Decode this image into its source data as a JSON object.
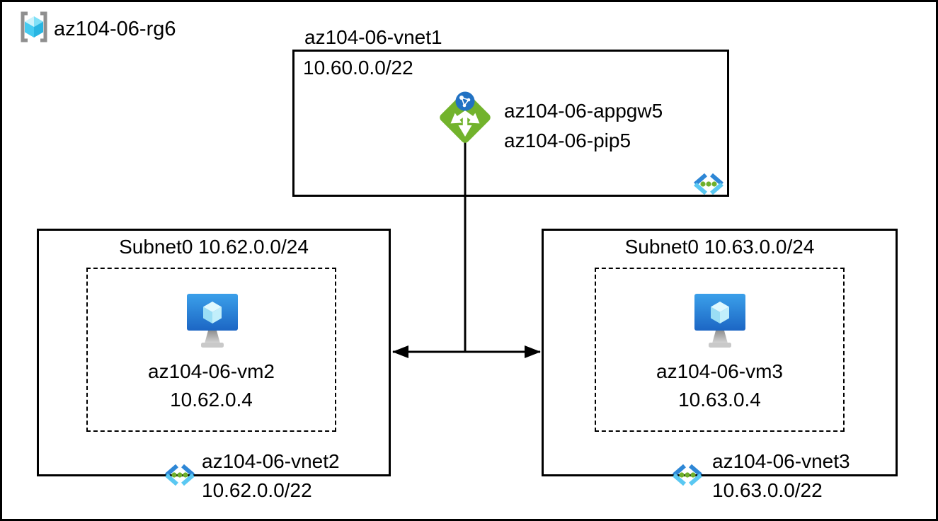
{
  "resource_group": {
    "label": "az104-06-rg6"
  },
  "vnet1": {
    "title": "az104-06-vnet1",
    "cidr": "10.60.0.0/22",
    "app_gateway": "az104-06-appgw5",
    "public_ip": "az104-06-pip5"
  },
  "subnet_left": {
    "header": "Subnet0 10.62.0.0/24",
    "vm": {
      "name": "az104-06-vm2",
      "ip": "10.62.0.4"
    },
    "vnet": {
      "name": "az104-06-vnet2",
      "cidr": "10.62.0.0/22"
    }
  },
  "subnet_right": {
    "header": "Subnet0 10.63.0.0/24",
    "vm": {
      "name": "az104-06-vm3",
      "ip": "10.63.0.4"
    },
    "vnet": {
      "name": "az104-06-vnet3",
      "cidr": "10.63.0.0/22"
    }
  },
  "icons": {
    "resource_group": "resource-group-icon",
    "application_gateway": "application-gateway-icon",
    "virtual_network": "virtual-network-peering-icon",
    "virtual_machine": "virtual-machine-icon"
  },
  "colors": {
    "appgw_green": "#72b32c",
    "vnet_chevron_dark": "#2e87d6",
    "vnet_chevron_light": "#5ac8f2",
    "peering_dot_green": "#6fb02c",
    "vm_monitor_top": "#3ba0ea",
    "vm_monitor_bottom": "#1c66c4",
    "rg_cube_cyan": "#3ec9f0",
    "line_black": "#000000"
  }
}
